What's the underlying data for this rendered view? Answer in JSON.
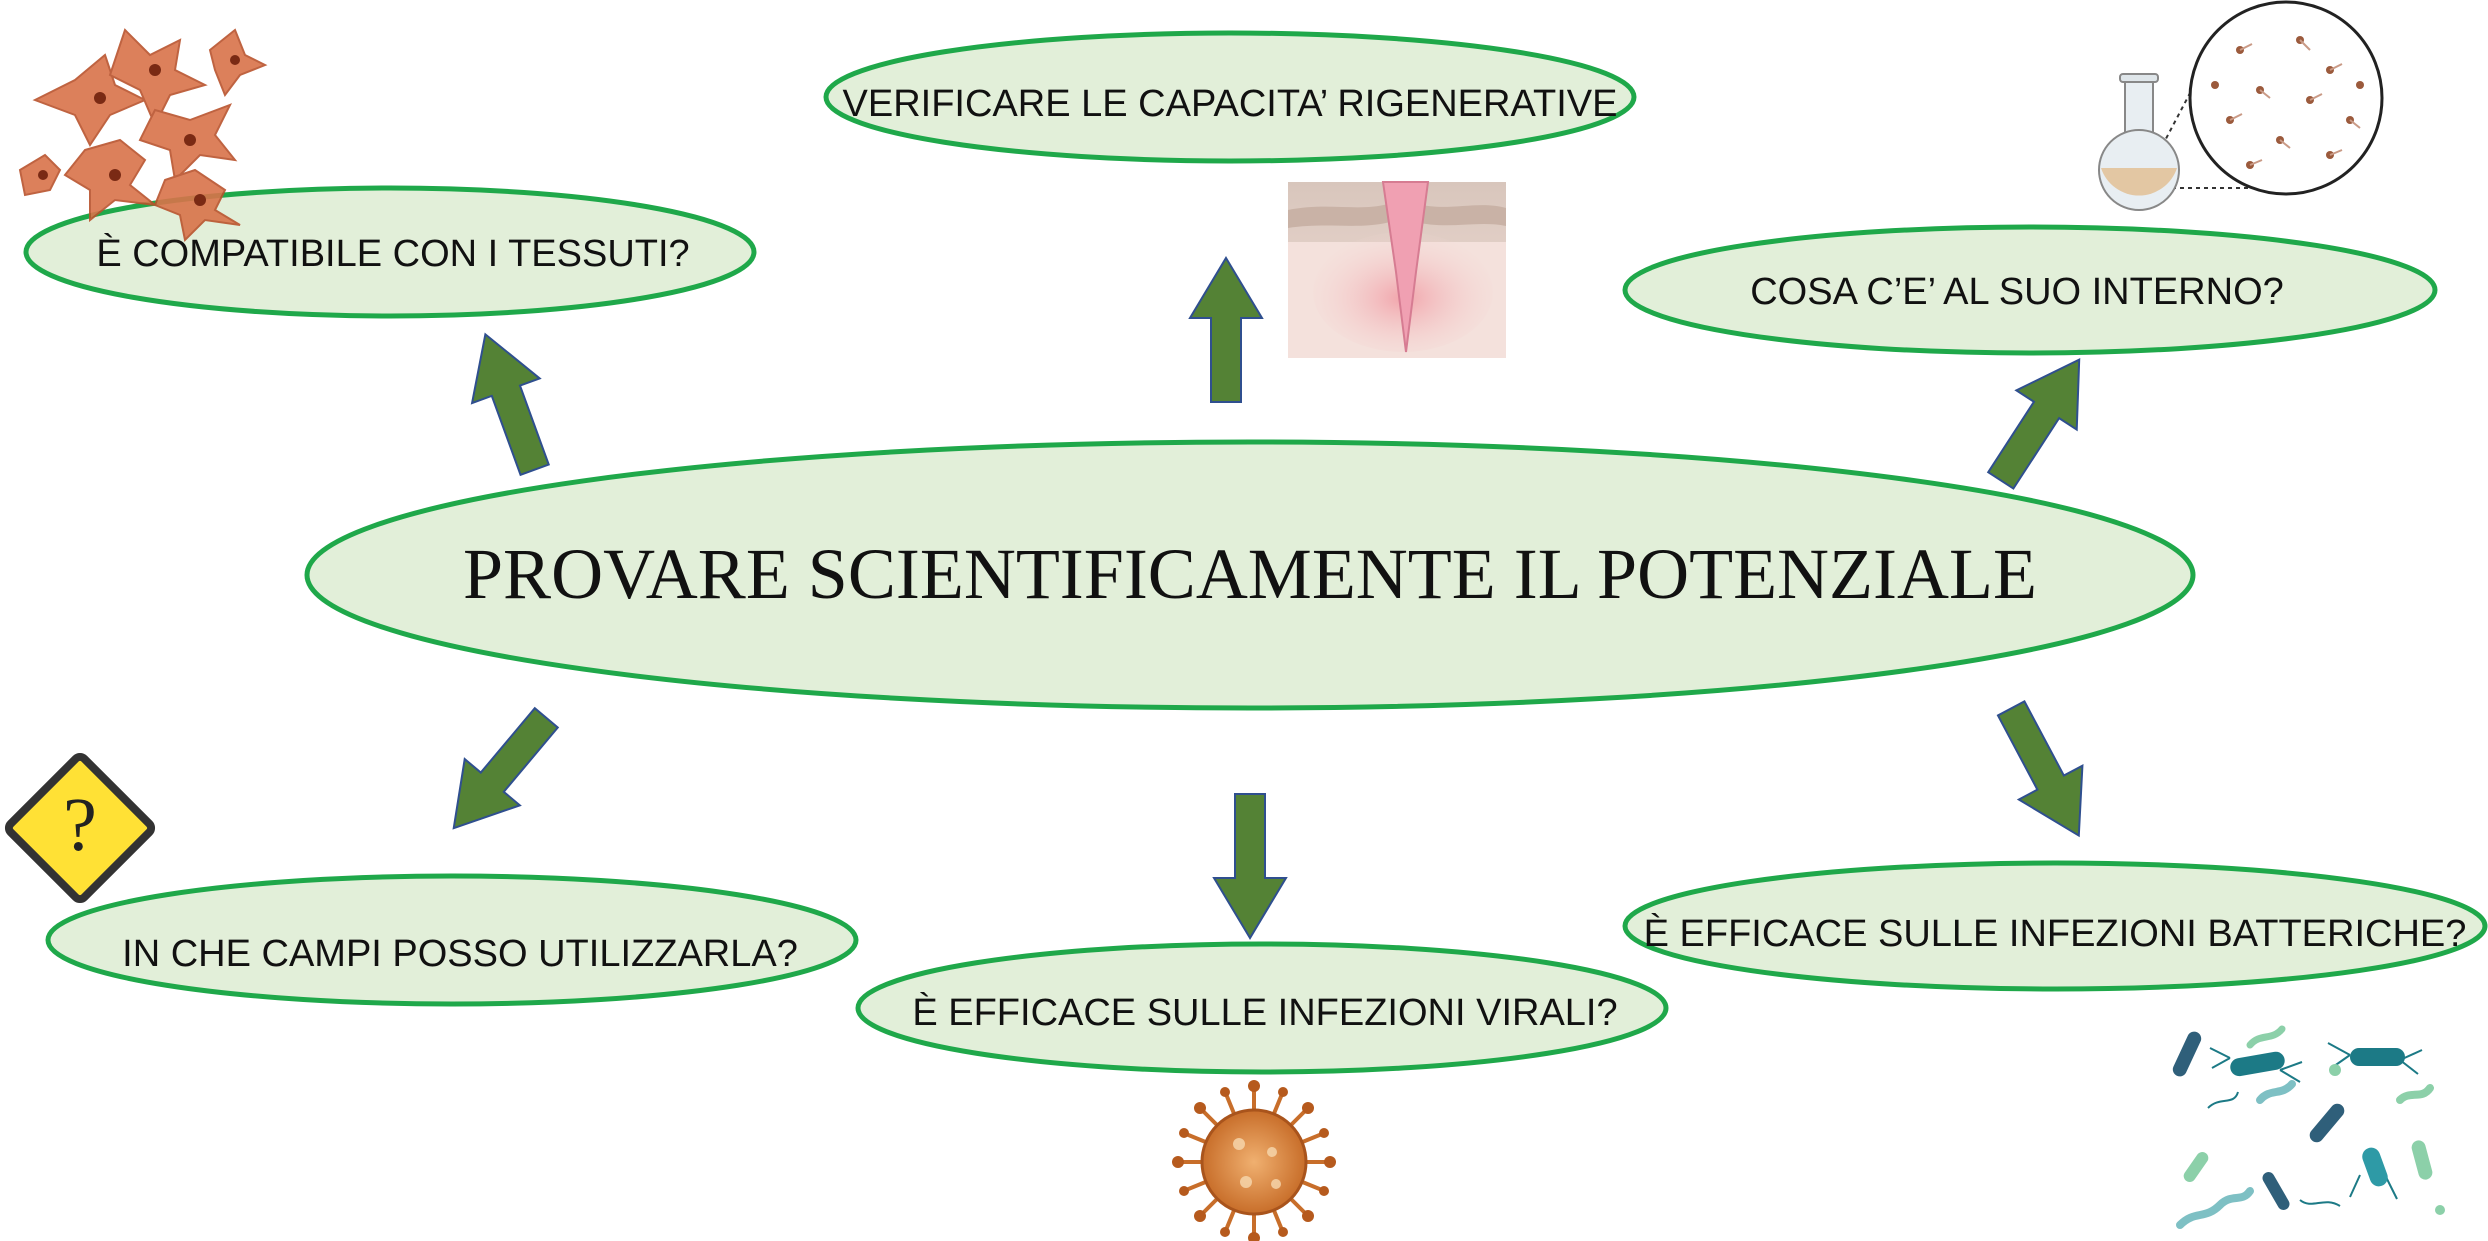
{
  "diagram": {
    "center": {
      "label": "PROVARE SCIENTIFICAMENTE IL POTENZIALE"
    },
    "nodes": {
      "compatibility": {
        "label": "È COMPATIBILE CON I TESSUTI?"
      },
      "regeneration": {
        "label": "VERIFICARE LE CAPACITA’ RIGENERATIVE"
      },
      "composition": {
        "label": "COSA C’E’ AL SUO INTERNO?"
      },
      "applications": {
        "label": "IN CHE CAMPI POSSO UTILIZZARLA?"
      },
      "viral": {
        "label": "È EFFICACE SULLE INFEZIONI VIRALI?"
      },
      "bacterial": {
        "label": "È EFFICACE SULLE INFEZIONI BATTERICHE?"
      }
    },
    "colors": {
      "ellipse_fill": "#e2efd9",
      "ellipse_stroke": "#1fa84a",
      "arrow_fill": "#548235",
      "arrow_stroke": "#2f4f8f",
      "warning_fill": "#ffe135",
      "cells": "#d9734a",
      "virus": "#c86e2a",
      "bacteria": "#1c7a86"
    },
    "icons": [
      "cells-icon",
      "skin-wound-icon",
      "flask-microscope-icon",
      "warning-question-icon",
      "virus-icon",
      "bacteria-icon"
    ]
  }
}
